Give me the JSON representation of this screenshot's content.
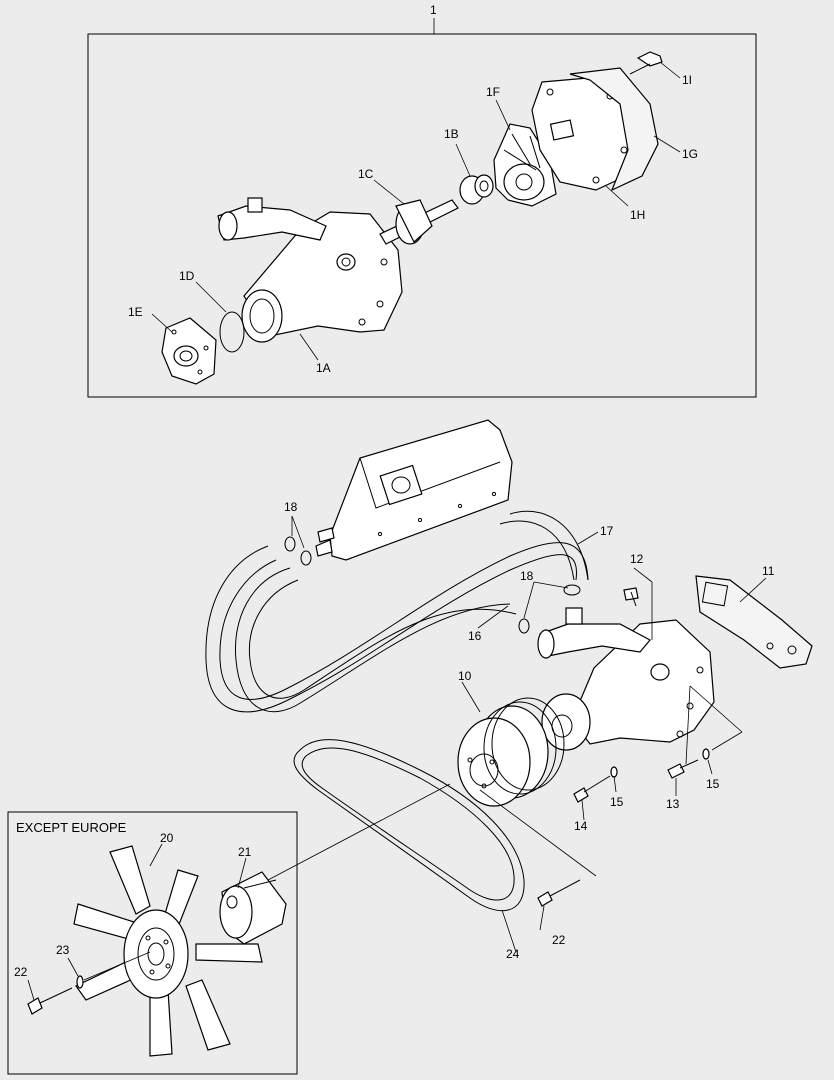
{
  "diagram": {
    "top_group_label": "1",
    "box_label": "EXCEPT EUROPE",
    "callouts": {
      "c1A": "1A",
      "c1B": "1B",
      "c1C": "1C",
      "c1D": "1D",
      "c1E": "1E",
      "c1F": "1F",
      "c1G": "1G",
      "c1H": "1H",
      "c1I": "1I",
      "c10": "10",
      "c11": "11",
      "c12": "12",
      "c13": "13",
      "c14": "14",
      "c15a": "15",
      "c15b": "15",
      "c16": "16",
      "c17": "17",
      "c18a": "18",
      "c18b": "18",
      "c20": "20",
      "c21": "21",
      "c22a": "22",
      "c22b": "22",
      "c23": "23",
      "c24": "24"
    }
  }
}
